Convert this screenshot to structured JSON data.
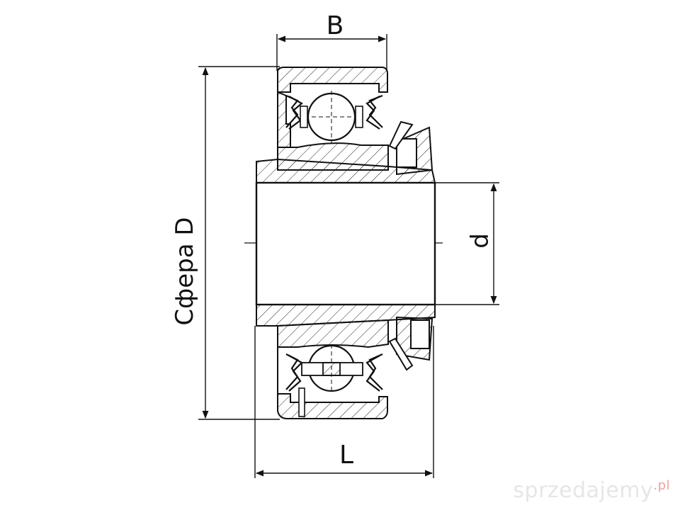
{
  "labels": {
    "width": "B",
    "sphere": "Сфера D",
    "bore": "d",
    "length": "L"
  },
  "watermark": {
    "text": "sprzedajemy",
    "tld": ".pl"
  },
  "colors": {
    "line": "#111111",
    "hatch": "#222222",
    "watermark": "#e6e6e6"
  }
}
